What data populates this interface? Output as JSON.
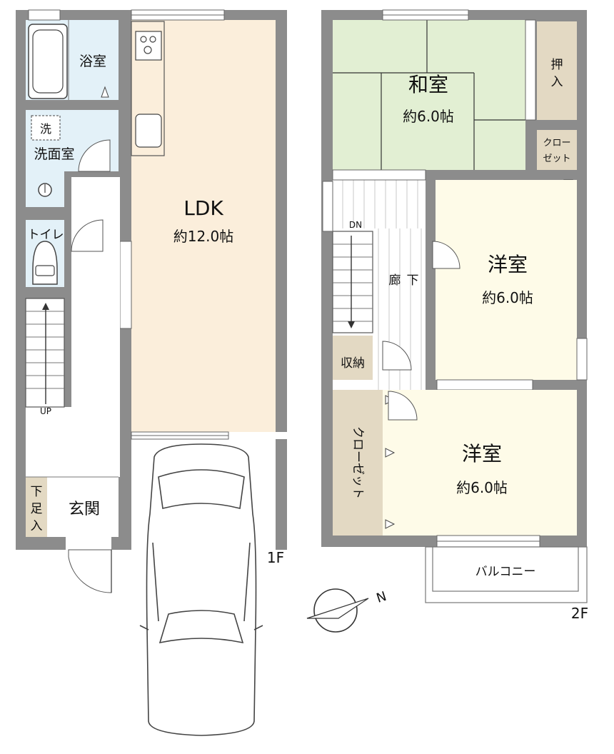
{
  "floor1": {
    "label": "1F",
    "rooms": {
      "bath": "浴室",
      "washer": "洗",
      "washroom": "洗面室",
      "toilet": "トイレ",
      "up": "UP",
      "shoe_top": "下",
      "shoe_mid": "足",
      "shoe_bot": "入",
      "entrance": "玄関",
      "ldk": "LDK",
      "ldk_size": "約12.0帖"
    }
  },
  "floor2": {
    "label": "2F",
    "rooms": {
      "washitsu": "和室",
      "washitsu_size": "約6.0帖",
      "oshiire_1": "押",
      "oshiire_2": "入",
      "closet_small_1": "クロー",
      "closet_small_2": "ゼット",
      "dn": "DN",
      "hallway_1": "廊",
      "hallway_2": "下",
      "youshitsu_a": "洋室",
      "youshitsu_a_size": "約6.0帖",
      "storage": "収納",
      "closet_tall": "クローゼット",
      "youshitsu_b": "洋室",
      "youshitsu_b_size": "約6.0帖",
      "balcony": "バルコニー"
    }
  },
  "compass": {
    "north": "N"
  },
  "colors": {
    "wall": "#8c8c8c",
    "ldk": "#fbeedb",
    "wet": "#e3f1f8",
    "washitsu": "#e2efd3",
    "youshitsu": "#fefbe8",
    "closet": "#e3d9c3",
    "hall": "#ffffff"
  }
}
